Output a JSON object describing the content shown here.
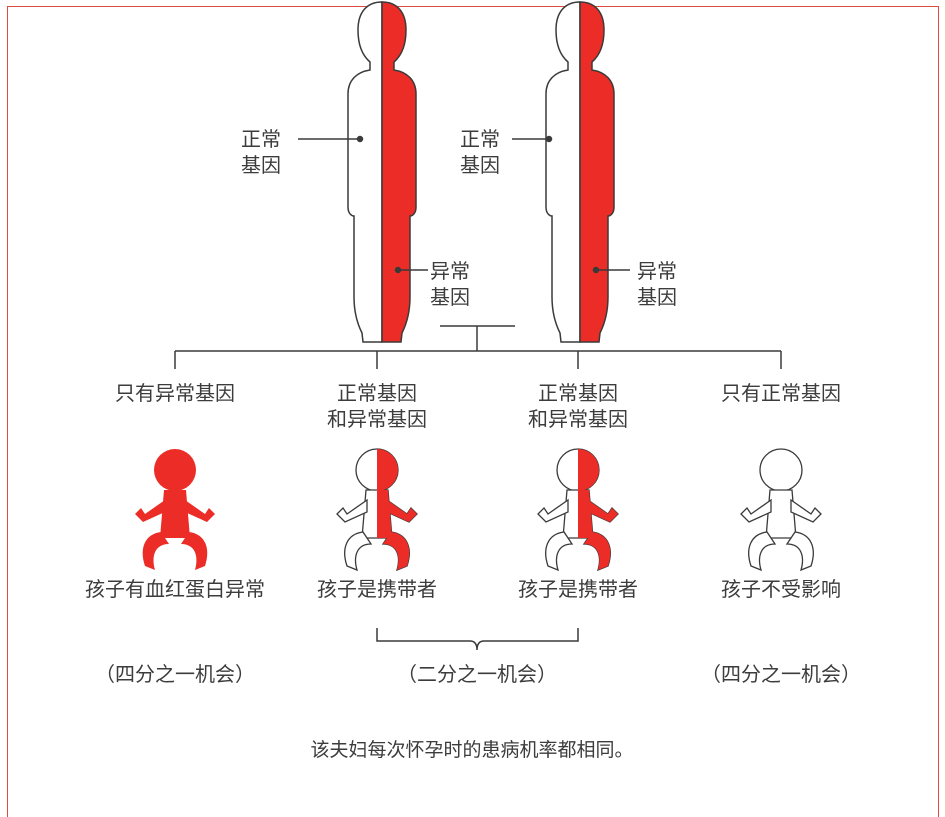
{
  "colors": {
    "abnormal": "#ec2d27",
    "frame": "#e0493d",
    "text": "#3c3c3c",
    "outline": "#3a3a3a"
  },
  "parents": {
    "left": {
      "normal_label": [
        "正常",
        "基因"
      ],
      "abnormal_label": [
        "异常",
        "基因"
      ]
    },
    "right": {
      "normal_label": [
        "正常",
        "基因"
      ],
      "abnormal_label": [
        "异常",
        "基因"
      ]
    }
  },
  "children": [
    {
      "genes": "只有异常基因",
      "outcome": "孩子有血红蛋白异常",
      "fill": "full"
    },
    {
      "genes": [
        "正常基因",
        "和异常基因"
      ],
      "outcome": "孩子是携带者",
      "fill": "half"
    },
    {
      "genes": [
        "正常基因",
        "和异常基因"
      ],
      "outcome": "孩子是携带者",
      "fill": "half"
    },
    {
      "genes": "只有正常基因",
      "outcome": "孩子不受影响",
      "fill": "none"
    }
  ],
  "chances": {
    "left": "（四分之一机会）",
    "middle": "（二分之一机会）",
    "right": "（四分之一机会）"
  },
  "footnote": "该夫妇每次怀孕时的患病机率都相同。"
}
